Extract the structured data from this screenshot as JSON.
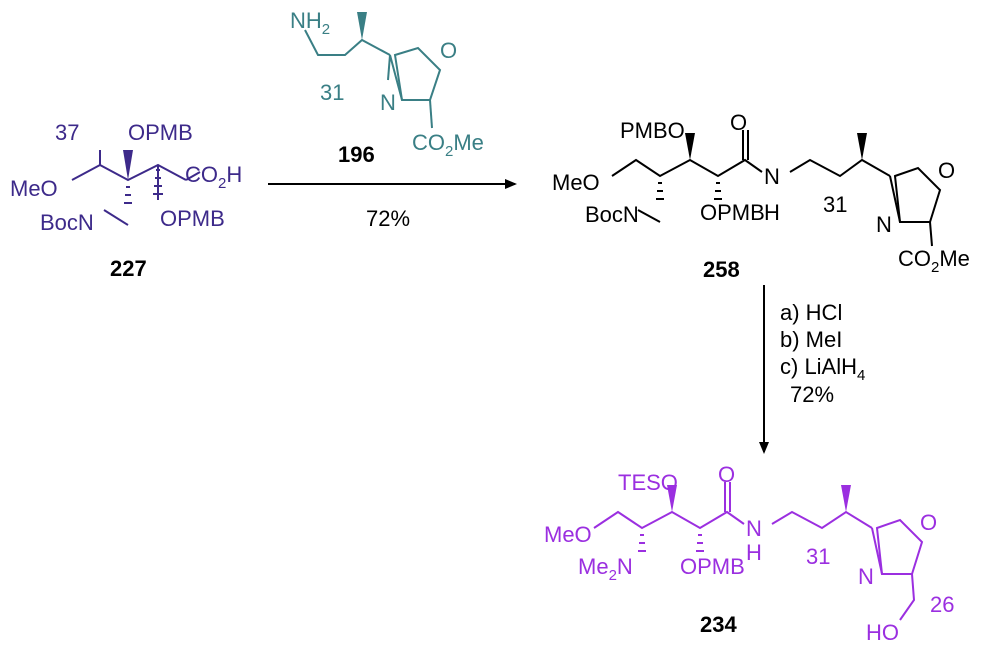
{
  "colors": {
    "sm_227": "#3d2a8a",
    "amine_196": "#3a7f85",
    "product_258": "#000000",
    "product_234": "#9b2fe0"
  },
  "compound_227": {
    "number": "227",
    "labels": {
      "C37": "37",
      "OPMB_top": "OPMB",
      "CO2H_a": "CO",
      "CO2H_b": "2",
      "CO2H_c": "H",
      "MeO": "MeO",
      "BocN": "BocN",
      "OPMB_bottom": "OPMB"
    }
  },
  "compound_196": {
    "number": "196",
    "labels": {
      "NH2_a": "NH",
      "NH2_b": "2",
      "C31": "31",
      "N": "N",
      "O": "O",
      "CO2Me_a": "CO",
      "CO2Me_b": "2",
      "CO2Me_c": "Me"
    }
  },
  "step1": {
    "yield": "72%"
  },
  "compound_258": {
    "number": "258",
    "labels": {
      "PMBO": "PMBO",
      "O_carbonyl": "O",
      "MeO": "MeO",
      "N_amide": "N",
      "H_amide": "H",
      "BocN": "BocN",
      "OPMB": "OPMB",
      "C31": "31",
      "O_ring": "O",
      "N_ring": "N",
      "CO2Me_a": "CO",
      "CO2Me_b": "2",
      "CO2Me_c": "Me"
    }
  },
  "step2": {
    "a": "a) HCl",
    "b": "b) MeI",
    "c_a": "c) LiAlH",
    "c_b": "4",
    "yield": "72%"
  },
  "compound_234": {
    "number": "234",
    "labels": {
      "TESO": "TESO",
      "O_carbonyl": "O",
      "MeO": "MeO",
      "N_amide": "N",
      "H_amide": "H",
      "Me2N_a": "Me",
      "Me2N_b": "2",
      "Me2N_c": "N",
      "OPMB": "OPMB",
      "C31": "31",
      "O_ring": "O",
      "N_ring": "N",
      "HO": "HO",
      "C26": "26"
    }
  }
}
